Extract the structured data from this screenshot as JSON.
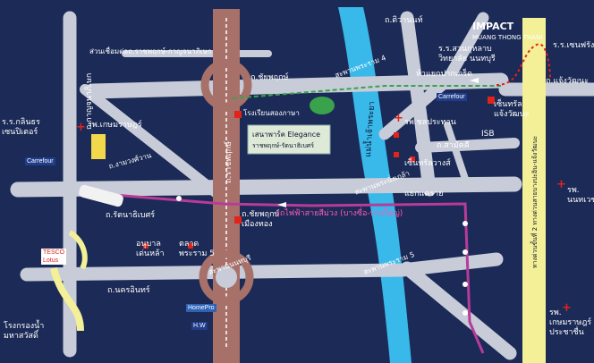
{
  "title": "IMPACT",
  "brand_sub": "MUANG THONG THANI",
  "colors": {
    "background": "#1b2a56",
    "road": "#c7ccd8",
    "highway_brown": "#a7716a",
    "river": "#39b8ea",
    "yellow_road": "#f4f098",
    "green_route": "#3aa24c",
    "pink_route": "#b83b99",
    "accent_red": "#e2231a"
  },
  "roads": {
    "chaiyaphruek": "ถ.ชัยพฤกษ์",
    "ratthanathibet": "ถ.รัตนาธิเบศร์",
    "nakhon_in": "ถ.นครอินทร์",
    "kanchanaphisek": "ถ.กาญจนาภิเษก",
    "tiwanon": "ถ.ติวานนท์",
    "chaengwattana": "ถ.แจ้งวัฒนะ",
    "samakkhi": "ถ.สามัคคี",
    "ratchaphruek": "ถ.ราชพฤกษ์",
    "river": "แม่น้ำเจ้าพระยา",
    "ngam_wong_wan": "ถ.งามวงศ์วาน",
    "expressway": "ทางด่วนขั้นที่ 2 ทางด่วนสายบางปะอิน-แจ้งวัฒนะ",
    "link_road": "ส่วนเชื่อมต่อถ.ราชพฤกษ์-กาญจนาภิเษก"
  },
  "bridges": {
    "phra_ram_4": "สะพานพระราม 4",
    "phra_nang_klao": "สะพานพระนั่งเกล้า",
    "phra_ram_5": "สะพานพระราม 5",
    "nonthaburi": "สะพานนนทบุรี"
  },
  "junctions": {
    "pak_kret": "ห้าแยกปากเกร็ด",
    "khae_rai": "แยกแคราย",
    "chaiyaphruek_junction": "ถ.ชัยพฤกษ์\nเมืองทอง"
  },
  "places": {
    "school_kanchanaphisek": "ร.ร.กลินธร\nเซนปิเตอร์",
    "hospital_kasemrad": "รพ.เกษมราษฎร์",
    "school_tessaban": "ร.ร.สวนกุหลาบ\nวิทยาลัย นนทบุรี",
    "school_sirichak": "ร.ร.เซนฟรังค์",
    "central_chaengwattana": "เซ็นทรัล\nแจ้งวัฒนะ",
    "chol_prathan": "รพ.ชลประทาน",
    "isb": "ISB",
    "central_westgate": "เซ็นทรัลวางส์",
    "hosp_nonthaburi": "รพ.\nนนทเวช",
    "bonan_lamai": "อนุบาล\nเด่นหล้า",
    "talat_rama5": "ตลาด\nพระราม 5",
    "rongkong": "โรงกรองน้ำ\nมหาสวัสดิ์",
    "kasemrad_prachachuen": "รพ.\nเกษมราษฎร์\nประชาชื่น",
    "school_chiangrai": "โรงเรียนสองภาษา",
    "elegance_name": "เสนาพาร์ค Elegance",
    "elegance_sub": "ราชพฤกษ์-รัตนาธิเบศร์"
  },
  "transit": {
    "purple_line": "รถไฟฟ้าสายสีม่วง (บางซื่อ-บางใหญ่)"
  },
  "stores": {
    "carrefour_left": "Carrefour",
    "carrefour_right": "Carrefour",
    "tesco_lotus": "TESCO\nLotus",
    "homepro": "HomePro",
    "homeworks": "H.W"
  }
}
